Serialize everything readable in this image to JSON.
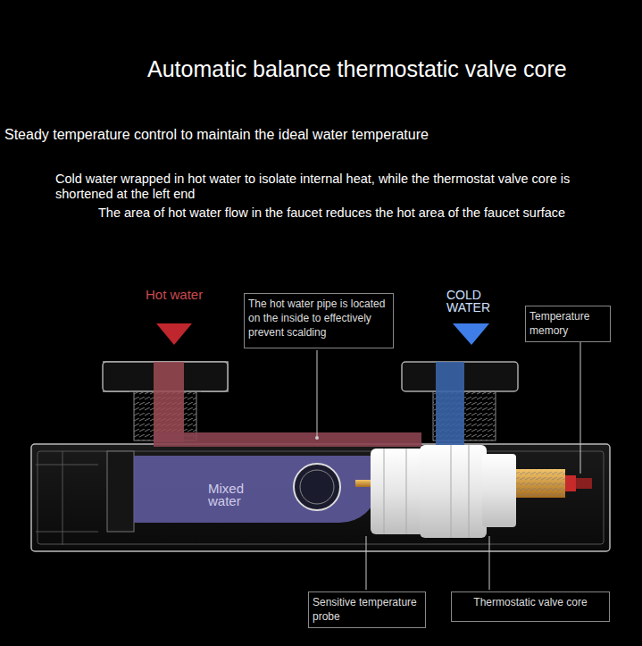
{
  "diagram": {
    "title": "Automatic balance thermostatic valve core",
    "nodes": [
      {
        "text": [
          "The hot water pipe is located on the inside to effectively prevent scalding"
        ]
      },
      {
        "text": [
          "Temperature memory"
        ]
      },
      {
        "text": [
          "Sensitive temperature probe"
        ]
      },
      {
        "text": [
          "Thermostatic valve core"
        ]
      }
    ],
    "labels": [
      "Steady temperature control to maintain the ideal water temperature",
      "Cold water wrapped in hot water to isolate internal heat, while the thermostat valve core is shortened at the left end",
      "The area of hot water flow in the faucet reduces the hot area of the faucet surface",
      "Hot water",
      "COLD WATER",
      "Mixed water"
    ]
  }
}
